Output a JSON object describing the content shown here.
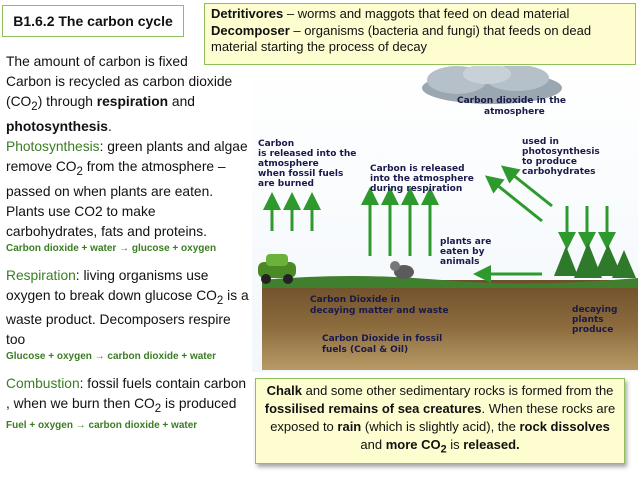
{
  "title": "B1.6.2 The carbon cycle",
  "definitions": {
    "detritivores_term": "Detritivores",
    "detritivores_text": " – worms and maggots that feed on dead material",
    "decomposer_term": "Decomposer",
    "decomposer_text": " – organisms (bacteria and fungi) that feeds on dead material starting the process of decay"
  },
  "left": {
    "intro_line": "The amount of carbon is fixed",
    "recycled_pre": "Carbon is recycled as carbon dioxide (CO",
    "recycled_sub": "2",
    "recycled_mid": ") through ",
    "respiration_word": "respiration",
    "and_word": " and ",
    "photosynthesis_word": "photosynthesis",
    "period": ".",
    "photo_heading": "Photosynthesis",
    "photo_text_1": ": green plants and algae remove CO",
    "photo_sub": "2",
    "photo_text_2": " from the atmosphere – passed on when plants are eaten. Plants use CO2 to make carbohydrates, fats and proteins.",
    "photo_equation": "Carbon dioxide + water → glucose + oxygen",
    "resp_heading": "Respiration",
    "resp_text_1": ": living organisms use oxygen to break down glucose CO",
    "resp_sub": "2",
    "resp_text_2": " is a waste product. Decomposers respire too",
    "resp_equation": "Glucose + oxygen → carbon dioxide + water",
    "comb_heading": "Combustion",
    "comb_text_1": ": fossil fuels contain carbon , when we burn then CO",
    "comb_sub": "2",
    "comb_text_2": " is produced",
    "comb_equation": "Fuel + oxygen → carbon dioxide + water"
  },
  "diagram": {
    "atmosphere_label_1": "Carbon dioxide in the",
    "atmosphere_label_2": "atmosphere",
    "fossil_release_1": "Carbon",
    "fossil_release_2": "is released into the",
    "fossil_release_3": "atmosphere",
    "fossil_release_4": "when fossil fuels",
    "fossil_release_5": "are burned",
    "respiration_release_1": "Carbon is released",
    "respiration_release_2": "into the atmosphere",
    "respiration_release_3": "during respiration",
    "photosynthesis_use_1": "used in",
    "photosynthesis_use_2": "photosynthesis",
    "photosynthesis_use_3": "to produce",
    "photosynthesis_use_4": "carbohydrates",
    "plants_eaten_1": "plants are",
    "plants_eaten_2": "eaten by",
    "plants_eaten_3": "animals",
    "decay_co2_1": "Carbon Dioxide in",
    "decay_co2_2": "decaying matter and waste",
    "fossil_co2_1": "Carbon Dioxide in fossil",
    "fossil_co2_2": "fuels (Coal & Oil)",
    "decaying_plants_1": "decaying",
    "decaying_plants_2": "plants",
    "decaying_plants_3": "produce"
  },
  "chalk": {
    "chalk_word": "Chalk",
    "t1": " and some other sedimentary rocks is formed from the ",
    "fossilised": "fossilised remains of sea creatures",
    "t2": ". When these rocks are exposed to ",
    "rain": "rain",
    "t3": " (which is slightly acid), the ",
    "rock_dissolves": "rock dissolves",
    "t4": " and ",
    "more_co2": "more CO",
    "more_sub": "2",
    "t5": " is ",
    "released": "released."
  },
  "colors": {
    "accent_green": "#3a7d22",
    "box_yellow": "#fdfdd0",
    "box_border": "#8fbf5a",
    "arrow_green": "#2e9a2e"
  }
}
